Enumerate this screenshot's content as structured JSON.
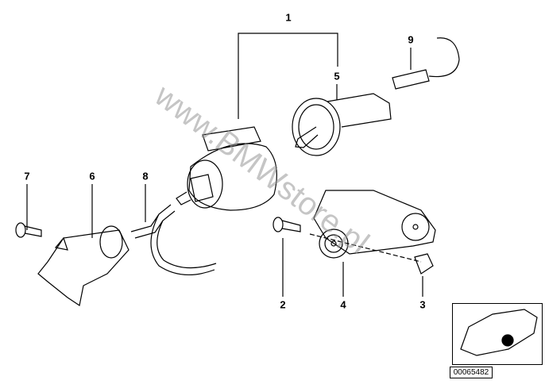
{
  "diagram": {
    "callouts": [
      "1",
      "2",
      "3",
      "4",
      "5",
      "6",
      "7",
      "8",
      "9"
    ],
    "watermark": "www.BMWstore.pl",
    "diagram_code": "00065482"
  }
}
